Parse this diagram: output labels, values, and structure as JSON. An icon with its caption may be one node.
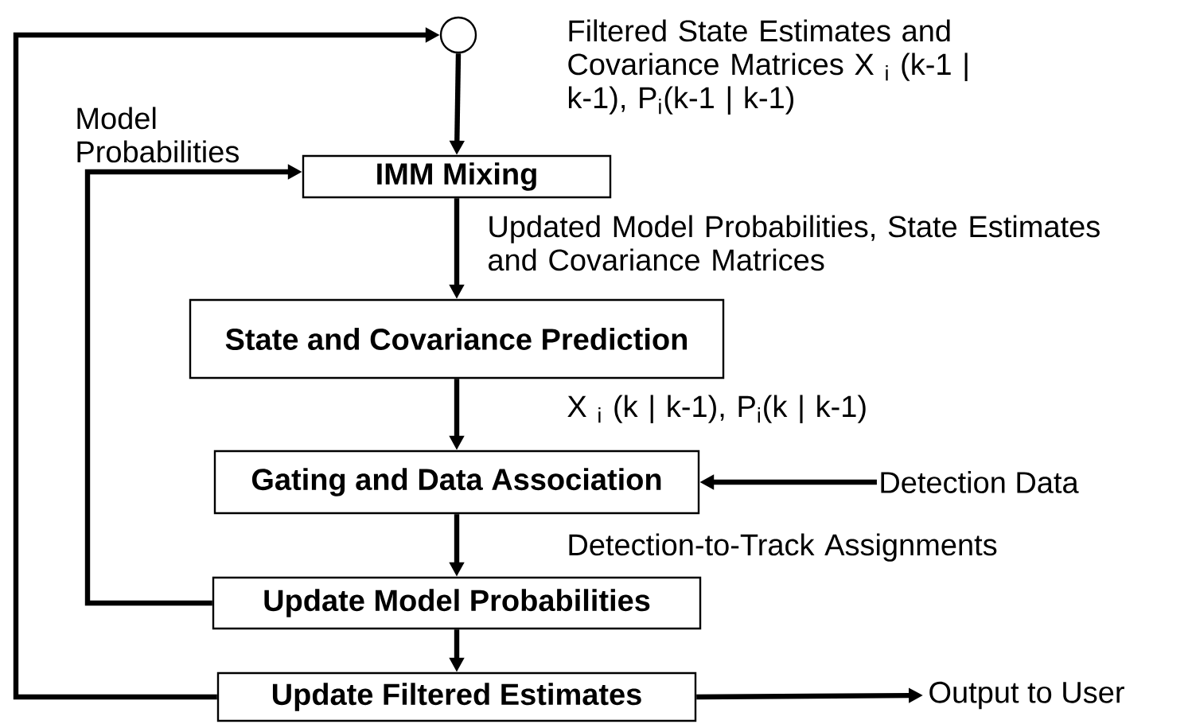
{
  "diagram": {
    "nodes": [
      {
        "text": [],
        "shape": "circle"
      },
      {
        "text": [
          "IMM Mixing"
        ]
      },
      {
        "text": [
          "State and Covariance Prediction"
        ]
      },
      {
        "text": [
          "Gating and Data Association"
        ]
      },
      {
        "text": [
          "Update Model Probabilities"
        ]
      },
      {
        "text": [
          "Update Filtered Estimates"
        ]
      },
      {
        "text": [
          "Detection Data"
        ]
      },
      {
        "text": [
          "Output to User"
        ]
      }
    ],
    "edges": [
      {
        "from": 0,
        "to": 1,
        "arrow": "to",
        "label": "Filtered State Estimates and Covariance Matrices X $_{i}$ (k-1 | k-1), P$_{i}$(k-1 | k-1)"
      },
      {
        "from": 4,
        "to": 1,
        "arrow": "to",
        "label": "Model Probabilities"
      },
      {
        "from": 1,
        "to": 2,
        "arrow": "to",
        "label": "Updated Model Probabilities, State Estimates and Covariance Matrices"
      },
      {
        "from": 2,
        "to": 3,
        "arrow": "to",
        "label": "X $_{i}$ (k | k-1), P$_{i}$(k | k-1)"
      },
      {
        "from": 6,
        "to": 3,
        "arrow": "to"
      },
      {
        "from": 3,
        "to": 4,
        "arrow": "to",
        "label": "Detection-to-Track Assignments"
      },
      {
        "from": 4,
        "to": 5,
        "arrow": "to"
      },
      {
        "from": 5,
        "to": 7,
        "arrow": "to"
      },
      {
        "from": 5,
        "to": 0,
        "arrow": "to"
      }
    ]
  }
}
